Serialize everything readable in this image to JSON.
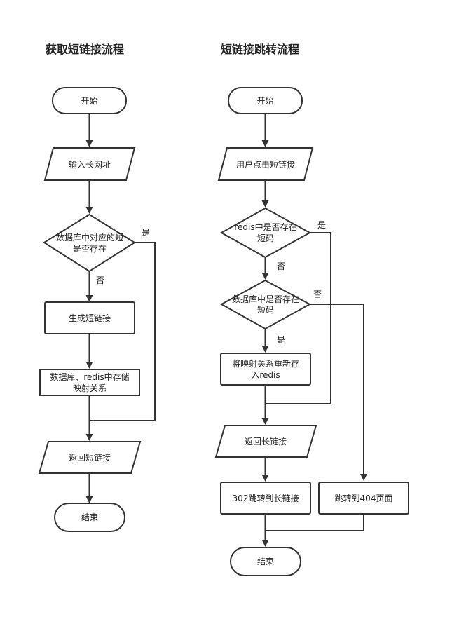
{
  "left": {
    "title": "获取短链接流程",
    "start": "开始",
    "input_url": "输入长网址",
    "decision_line1": "数据库中对应的短",
    "decision_line2": "是否存在",
    "yes": "是",
    "no": "否",
    "generate": "生成短链接",
    "store_line1": "数据库、redis中存储",
    "store_line2": "映射关系",
    "return": "返回短链接",
    "end": "结束"
  },
  "right": {
    "title": "短链接跳转流程",
    "start": "开始",
    "click": "用户点击短链接",
    "redis_line1": "redis中是否存在",
    "redis_line2": "短码",
    "redis_yes": "是",
    "redis_no": "否",
    "db_line1": "数据库中是否存在",
    "db_line2": "短码",
    "db_no": "否",
    "db_yes": "是",
    "restore_line1": "将映射关系重新存",
    "restore_line2": "入redis",
    "return_long": "返回长链接",
    "redirect": "302跳转到长链接",
    "notfound": "跳转到404页面",
    "end": "结束"
  }
}
